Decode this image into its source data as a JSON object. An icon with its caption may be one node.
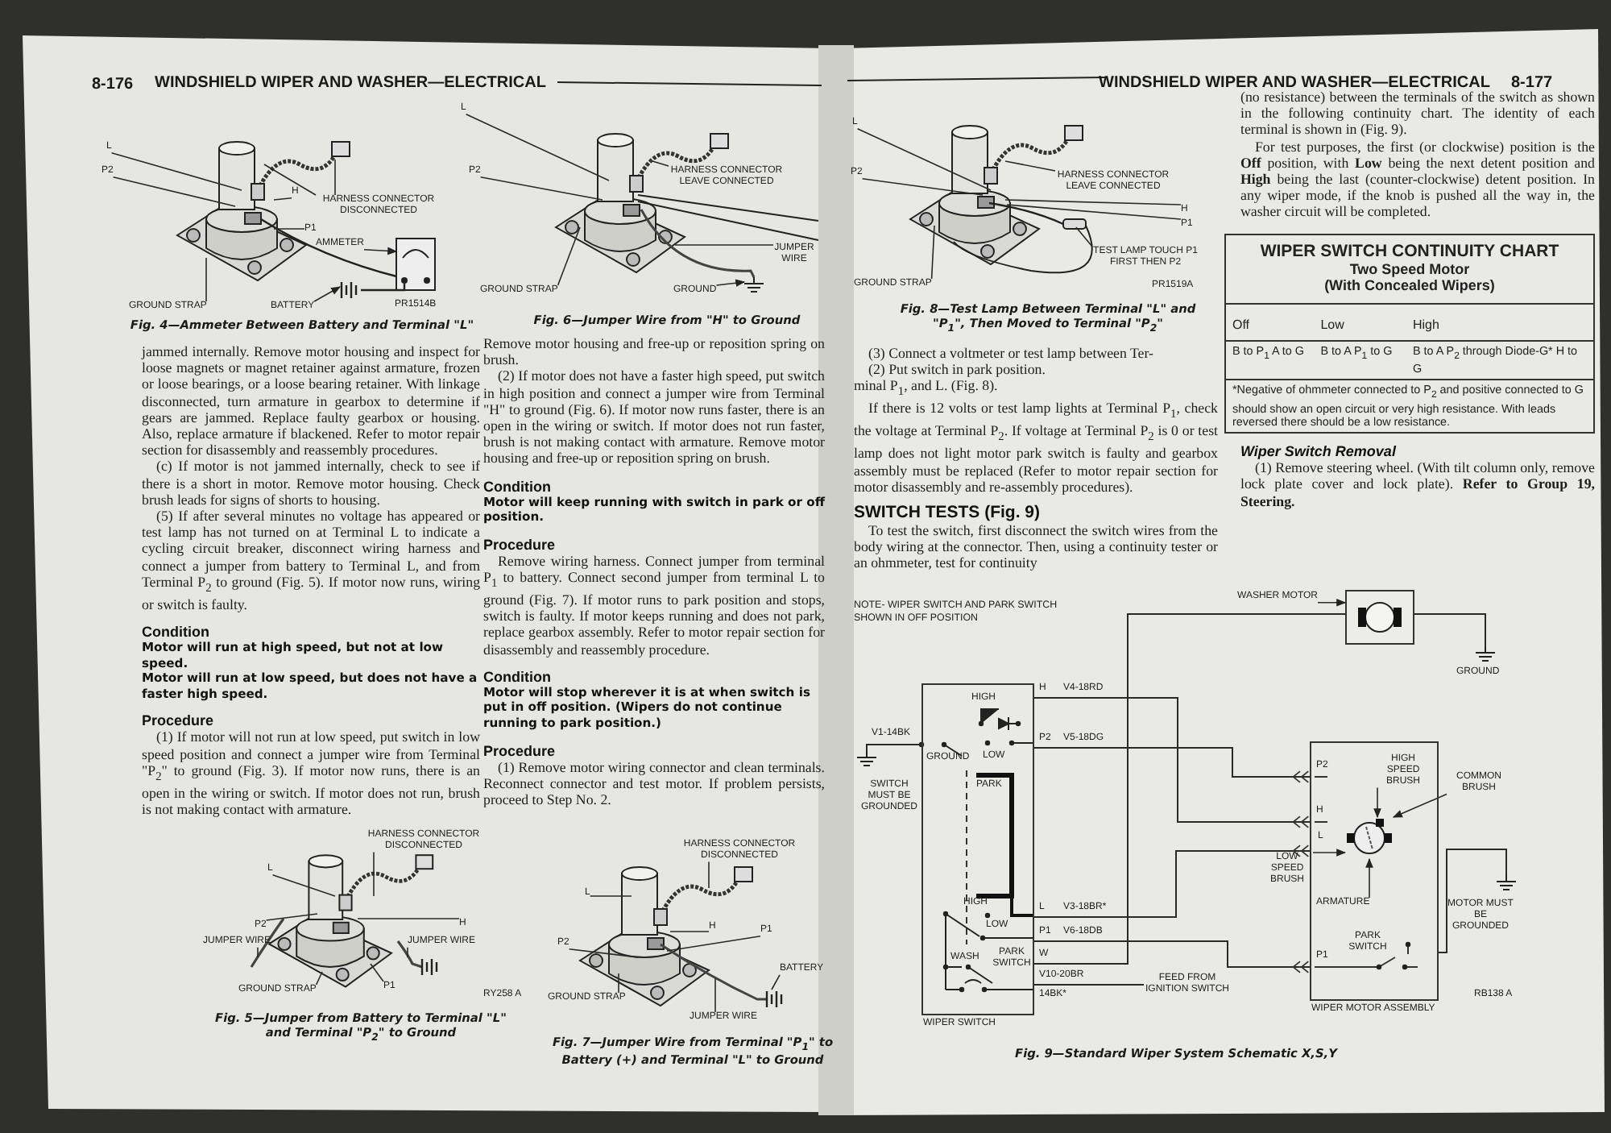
{
  "diagram": {
    "nodes": [
      {
        "text": [
          "L"
        ]
      },
      {
        "text": [
          "P2"
        ]
      },
      {
        "text": [
          "H"
        ]
      },
      {
        "text": [
          "HARNESS CONNECTOR DISCONNECTED"
        ]
      },
      {
        "text": [
          "P1"
        ]
      },
      {
        "text": [
          "AMMETER"
        ]
      },
      {
        "text": [
          "GROUND STRAP"
        ]
      },
      {
        "text": [
          "BATTERY"
        ]
      },
      {
        "text": [
          "HARNESS CONNECTOR DISCONNECTED"
        ]
      },
      {
        "text": [
          "L"
        ]
      },
      {
        "text": [
          "P2"
        ]
      },
      {
        "text": [
          "H"
        ]
      },
      {
        "text": [
          "JUMPER WIRE"
        ]
      },
      {
        "text": [
          "JUMPER WIRE"
        ]
      },
      {
        "text": [
          "GROUND STRAP"
        ]
      },
      {
        "text": [
          "P1"
        ]
      },
      {
        "text": [
          "L"
        ]
      },
      {
        "text": [
          "P2"
        ]
      },
      {
        "text": [
          "HARNESS CONNECTOR LEAVE CONNECTED"
        ]
      },
      {
        "text": [
          "JUMPER WIRE"
        ]
      },
      {
        "text": [
          "GROUND STRAP"
        ]
      },
      {
        "text": [
          "GROUND"
        ]
      },
      {
        "text": [
          "HARNESS CONNECTOR DISCONNECTED"
        ]
      },
      {
        "text": [
          "L"
        ]
      },
      {
        "text": [
          "H"
        ]
      },
      {
        "text": [
          "P1"
        ]
      },
      {
        "text": [
          "P2"
        ]
      },
      {
        "text": [
          "BATTERY"
        ]
      },
      {
        "text": [
          "GROUND STRAP"
        ]
      },
      {
        "text": [
          "JUMPER WIRE"
        ]
      },
      {
        "text": [
          "L"
        ]
      },
      {
        "text": [
          "P2"
        ]
      },
      {
        "text": [
          "HARNESS CONNECTOR LEAVE CONNECTED"
        ]
      },
      {
        "text": [
          "H"
        ]
      },
      {
        "text": [
          "P1"
        ]
      },
      {
        "text": [
          "TEST LAMP TOUCH P1 FIRST THEN P2"
        ]
      },
      {
        "text": [
          "GROUND STRAP"
        ]
      },
      {
        "text": [
          "WIPER SWITCH"
        ]
      },
      {
        "text": [],
        "shape": "ground"
      },
      {
        "text": [
          "WIPER MOTOR ASSEMBLY"
        ]
      },
      {
        "text": [
          "WASHER MOTOR"
        ]
      },
      {
        "text": [],
        "shape": "box"
      },
      {
        "text": [],
        "shape": "ground",
        "beside": [
          "GROUND"
        ]
      },
      {
        "text": [],
        "shape": "ground"
      },
      {
        "text": [
          "FEED FROM IGNITION SWITCH"
        ]
      },
      {
        "text": [
          "HIGH SPEED BRUSH"
        ],
        "in": 39
      },
      {
        "text": [
          "COMMON BRUSH"
        ]
      },
      {
        "text": [
          "LOW SPEED BRUSH"
        ]
      },
      {
        "text": [
          "ARMATURE"
        ],
        "in": 39
      },
      {
        "text": [],
        "shape": "circle",
        "in": 39
      }
    ],
    "edges": [
      {
        "from": 0,
        "to": null,
        "arrow": "none"
      },
      {
        "from": 1,
        "to": null,
        "arrow": "none"
      },
      {
        "from": 2,
        "to": null,
        "arrow": "none"
      },
      {
        "from": 3,
        "to": null,
        "arrow": "none"
      },
      {
        "from": 3,
        "to": null,
        "arrow": "none"
      },
      {
        "from": 4,
        "to": null,
        "arrow": "none"
      },
      {
        "from": 5,
        "to": null,
        "arrow": "to"
      },
      {
        "from": 6,
        "to": null,
        "arrow": "none"
      },
      {
        "from": 7,
        "to": null,
        "arrow": "to"
      },
      {
        "from": 8,
        "to": null,
        "arrow": "none"
      },
      {
        "from": 9,
        "to": null,
        "arrow": "none"
      },
      {
        "from": 10,
        "to": null,
        "arrow": "none"
      },
      {
        "from": 11,
        "to": null,
        "arrow": "none"
      },
      {
        "from": 12,
        "to": null,
        "arrow": "none"
      },
      {
        "from": 13,
        "to": null,
        "arrow": "none"
      },
      {
        "from": 14,
        "to": null,
        "arrow": "none"
      },
      {
        "from": 15,
        "to": null,
        "arrow": "none"
      },
      {
        "from": 16,
        "to": null,
        "arrow": "none"
      },
      {
        "from": 17,
        "to": null,
        "arrow": "none"
      },
      {
        "from": 18,
        "to": null,
        "arrow": "none"
      },
      {
        "from": 19,
        "to": null,
        "arrow": "none"
      },
      {
        "from": 20,
        "to": null,
        "arrow": "none"
      },
      {
        "from": 21,
        "to": null,
        "arrow": "to"
      },
      {
        "from": 22,
        "to": null,
        "arrow": "none"
      },
      {
        "from": 23,
        "to": null,
        "arrow": "none"
      },
      {
        "from": 24,
        "to": null,
        "arrow": "none"
      },
      {
        "from": 25,
        "to": null,
        "arrow": "none"
      },
      {
        "from": 26,
        "to": null,
        "arrow": "none"
      },
      {
        "from": 27,
        "to": null,
        "arrow": "none"
      },
      {
        "from": 28,
        "to": null,
        "arrow": "none"
      },
      {
        "from": 29,
        "to": null,
        "arrow": "none"
      },
      {
        "from": 30,
        "to": null,
        "arrow": "none"
      },
      {
        "from": 31,
        "to": null,
        "arrow": "none"
      },
      {
        "from": 32,
        "to": null,
        "arrow": "none"
      },
      {
        "from": 33,
        "to": null,
        "arrow": "none"
      },
      {
        "from": 34,
        "to": null,
        "arrow": "none"
      },
      {
        "from": 35,
        "to": null,
        "arrow": "none"
      },
      {
        "from": 36,
        "to": null,
        "arrow": "none"
      },
      {
        "from": 37,
        "to": 39,
        "arrow": "other"
      },
      {
        "from": 37,
        "to": 39,
        "arrow": "other"
      },
      {
        "from": 37,
        "to": 39,
        "arrow": "other"
      },
      {
        "from": 37,
        "to": 39,
        "arrow": "other"
      },
      {
        "from": 37,
        "to": 41,
        "arrow": "none"
      },
      {
        "from": 37,
        "to": 44,
        "arrow": "none"
      },
      {
        "from": 37,
        "to": 38,
        "arrow": "none"
      },
      {
        "from": 41,
        "to": 42,
        "arrow": "none"
      },
      {
        "from": 39,
        "to": 43,
        "arrow": "none"
      },
      {
        "from": 40,
        "to": 41,
        "arrow": "to"
      },
      {
        "from": 45,
        "to": 49,
        "arrow": "to"
      },
      {
        "from": 46,
        "to": 49,
        "arrow": "to"
      },
      {
        "from": 47,
        "to": 49,
        "arrow": "to"
      },
      {
        "from": 48,
        "to": 49,
        "arrow": "to"
      }
    ],
    "labels": [
      "8-176",
      "WINDSHIELD WIPER AND WASHER—ELECTRICAL",
      "PR1514B",
      "Fig. 4—Ammeter Between Battery and Terminal \"L\"",
      "jammed internally. Remove motor housing and inspect for loose magnets or magnet retainer against armature, frozen or loose bearings, or a loose bearing retainer. With linkage disconnected, turn armature in gearbox to determine if gears are jammed. Replace faulty gearbox or housing. Also, replace armature if blackened. Refer to motor repair section for disassembly and reassembly procedures.",
      "(c) If motor is not jammed internally, check to see if there is a short in motor. Remove motor housing. Check brush leads for signs of shorts to housing.",
      "(5) If after several minutes no voltage has appeared or test lamp has not turned on at Terminal L to indicate a cycling circuit breaker, disconnect wiring harness and connect a jumper from battery to Terminal L, and from Terminal P$_{2}$ to ground (Fig. 5). If motor now runs, wiring or switch is faulty.",
      "Condition",
      "Motor will run at high speed, but not at low speed.",
      "Motor will run at low speed, but does not have a faster high speed.",
      "Procedure",
      "(1) If motor will not run at low speed, put switch in low speed position and connect a jumper wire from Terminal \"P$_{2}$\" to ground (Fig. 3). If motor now runs, there is an open in the wiring or switch. If motor does not run, brush is not making contact with armature.",
      "RY258 A",
      "Fig. 5—Jumper from Battery to Terminal \"L\" and Terminal \"P$_{2}$\" to Ground",
      "Fig. 6—Jumper Wire from \"H\" to Ground",
      "Remove motor housing and free-up or reposition spring on brush.",
      "(2) If motor does not have a faster high speed, put switch in high position and connect a jumper wire from Terminal \"H\" to ground (Fig. 6). If motor now runs faster, there is an open in the wiring or switch. If motor does not run faster, brush is not making contact with armature. Remove motor housing and free-up or reposition spring on brush.",
      "Condition",
      "Motor will keep running with switch in park or off position.",
      "Procedure",
      "Remove wiring harness. Connect jumper from terminal P$_{1}$ to battery. Connect second jumper from terminal L to ground (Fig. 7). If motor runs to park position and stops, switch is faulty. If motor keeps running and does not park, replace gearbox assembly. Refer to motor repair section for disassembly and reassembly procedure.",
      "Condition",
      "Motor will stop wherever it is at when switch is put in off position. (Wipers do not continue running to park position.)",
      "Procedure",
      "(1) Remove motor wiring connector and clean terminals. Reconnect connector and test motor. If problem persists, proceed to Step No. 2.",
      "Fig. 7—Jumper Wire from Terminal \"P$_{1}$\" to Battery (+) and Terminal \"L\" to Ground",
      "WINDSHIELD WIPER AND WASHER—ELECTRICAL",
      "8-177",
      "PR1519A",
      "Fig. 8—Test Lamp Between Terminal \"L\" and \"P$_{1}$\", Then Moved to Terminal \"P$_{2}$\"",
      "(3) Connect a voltmeter or test lamp between Ter-",
      "(2) Put switch in park position.",
      "minal P$_{1}$, and L. (Fig. 8).",
      "If there is 12 volts or test lamp lights at Terminal P$_{1}$, check the voltage at Terminal P$_{2}$. If voltage at Terminal P$_{2}$ is 0 or test lamp does not light motor park switch is faulty and gearbox assembly must be replaced (Refer to motor repair section for motor disassembly and re-assembly procedures).",
      "SWITCH TESTS (Fig. 9)",
      "To test the switch, first disconnect the switch wires from the body wiring at the connector. Then, using a continuity tester or an ohmmeter, test for continuity",
      "NOTE- WIPER SWITCH AND PARK SWITCH SHOWN IN OFF POSITION",
      "(no resistance) between the terminals of the switch as shown in the following continuity chart. The identity of each terminal is shown in (Fig. 9).",
      "For test purposes, the first (or clockwise) position is the **Off** position, with **Low** being the next detent position and **High** being the last (counter-clockwise) detent position. In any wiper mode, if the knob is pushed all the way in, the washer circuit will be completed.",
      "WIPER SWITCH CONTINUITY CHART",
      "Two Speed Motor",
      "(With Concealed Wipers)",
      "Off",
      "Low",
      "High",
      "B to P$_{1}$ A to G",
      "B to A P$_{1}$ to G",
      "B to A P$_{2}$ through Diode-G* H to G",
      "*Negative of ohmmeter connected to P$_{2}$ and positive connected to G should show an open circuit or very high resistance. With leads reversed there should be a low resistance.",
      "Wiper Switch Removal",
      "(1) Remove steering wheel. (With tilt column only, remove lock plate cover and lock plate). **Refer to Group 19, Steering.**",
      "V1-14BK",
      "GROUND",
      "SWITCH MUST BE GROUNDED",
      "HIGH",
      "LOW",
      "PARK",
      "HIGH",
      "LOW",
      "PARK SWITCH",
      "WASH",
      "H",
      "V4-18RD",
      "P2",
      "V5-18DG",
      "L",
      "V3-18BR*",
      "P1",
      "V6-18DB",
      "W",
      "V10-20BR",
      "14BK*",
      "P2",
      "H",
      "L",
      "P1",
      "PARK SWITCH",
      "MOTOR MUST BE GROUNDED",
      "RB138 A",
      "Fig. 9—Standard Wiper System Schematic X,S,Y"
    ]
  }
}
